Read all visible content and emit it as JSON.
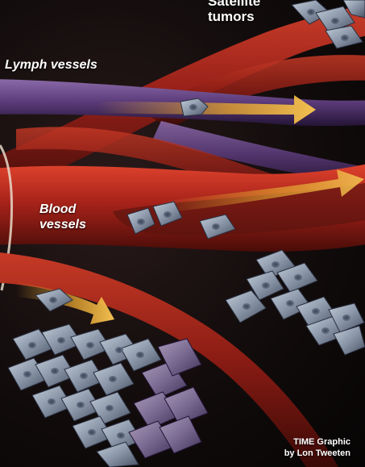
{
  "labels": {
    "satellite_line1": "Satellite",
    "satellite_line2": "tumors",
    "lymph": "Lymph vessels",
    "blood_line1": "Blood",
    "blood_line2": "vessels"
  },
  "credit": {
    "line1": "TIME Graphic",
    "line2": "by Lon Tweeten"
  },
  "colors": {
    "background": "#120c0c",
    "lymph_vessel": "#5a3a78",
    "blood_vessel": "#a8231a",
    "arrow": "#e0a030",
    "tumor_cell": "#8a96a8",
    "text": "#ffffff"
  }
}
